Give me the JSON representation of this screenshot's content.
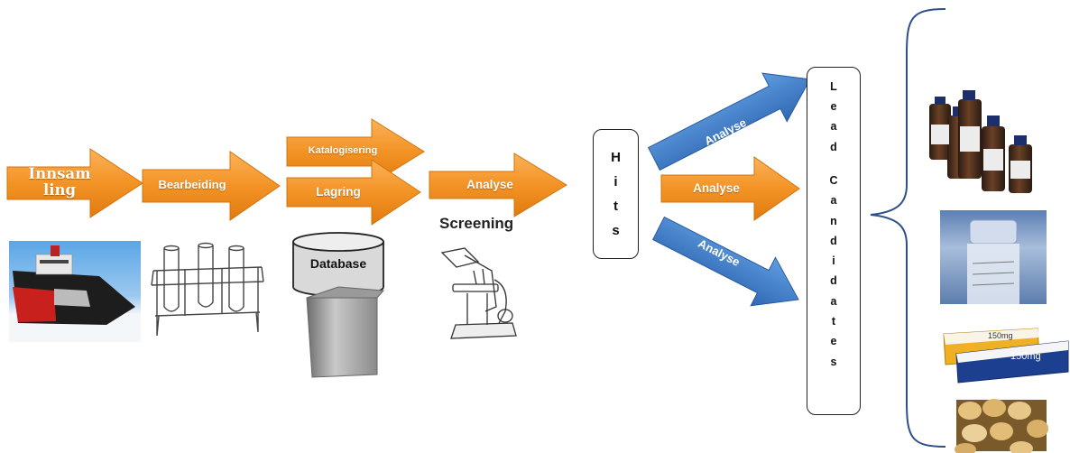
{
  "steps": {
    "innsamling": "Innsam\nling",
    "bearbeiding": "Bearbeiding",
    "katalogisering": "Katalogisering",
    "lagring": "Lagring",
    "analyse": "Analyse",
    "screening": "Screening",
    "database": "Database"
  },
  "hits": [
    "H",
    "i",
    "t",
    "s"
  ],
  "branches": [
    "Analyse",
    "Analyse",
    "Analyse"
  ],
  "lead_candidates": {
    "word1": [
      "L",
      "e",
      "a",
      "d"
    ],
    "word2": [
      "C",
      "a",
      "n",
      "d",
      "i",
      "d",
      "a",
      "t",
      "e",
      "s"
    ]
  },
  "colors": {
    "orange_arrow": "#f39325",
    "blue_arrow": "#3f7fcb",
    "bracket": "#2e4f8a"
  }
}
